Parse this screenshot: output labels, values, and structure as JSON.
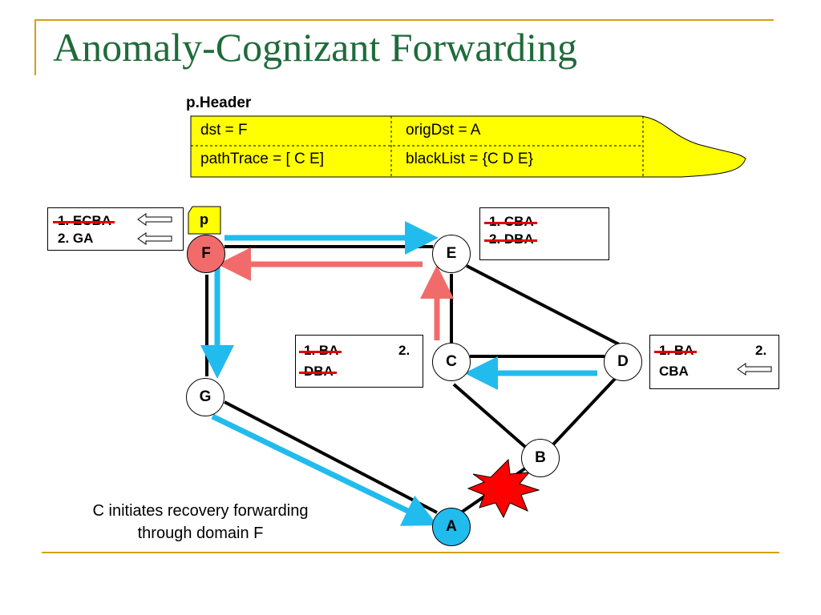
{
  "title": "Anomaly-Cognizant Forwarding",
  "header": {
    "label": "p.Header",
    "row1": {
      "left": "dst = F",
      "right": "origDst =  A"
    },
    "row2": {
      "left": "pathTrace = [ C E]",
      "right": "blackList = {C D E}"
    },
    "fill_color": "#ffff00"
  },
  "packet_label": "p",
  "nodes": {
    "F": "F",
    "E": "E",
    "G": "G",
    "C": "C",
    "D": "D",
    "B": "B",
    "A": "A"
  },
  "node_colors": {
    "F": "#f26b6b",
    "A": "#22bbee",
    "default": "#ffffff"
  },
  "route_lists": {
    "F": [
      {
        "text": "1.  ECBA",
        "struck": true,
        "arrow": true
      },
      {
        "text": "2.  GA",
        "struck": false,
        "arrow": true
      }
    ],
    "E": [
      {
        "text": "1.  CBA",
        "struck": true
      },
      {
        "text": "2.  DBA",
        "struck": true
      }
    ],
    "C": [
      {
        "text": "1.  BA",
        "struck": true
      },
      {
        "text": "2.",
        "struck": false
      },
      {
        "text": "DBA",
        "struck": true
      }
    ],
    "D": [
      {
        "text": "1.  BA",
        "struck": true
      },
      {
        "text": "2.",
        "struck": false
      },
      {
        "text": "CBA",
        "struck": false,
        "arrow": true
      }
    ]
  },
  "caption_lines": [
    "C initiates recovery forwarding",
    "through domain F"
  ],
  "colors": {
    "title": "#1f6b3a",
    "rule": "#d4a017",
    "forward_arrow": "#22bbee",
    "return_arrow": "#f26b6b",
    "strike": "#e00000",
    "failure_burst": "#ff0000"
  },
  "icons": [
    "hollow-left-arrow-icon",
    "failure-burst-icon",
    "packet-tag-icon"
  ]
}
